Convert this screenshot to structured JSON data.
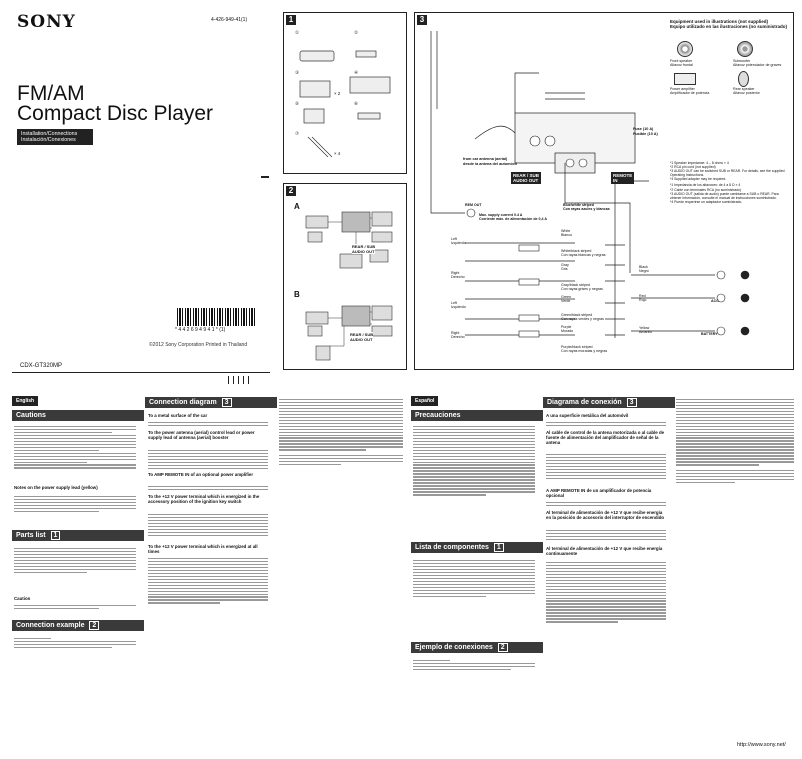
{
  "brand": "SONY",
  "part_number": "4-426-949-41(1)",
  "title_line1": "FM/AM",
  "title_line2": "Compact Disc Player",
  "installation_label": "Installation/Connections",
  "installation_label_es": "Instalación/Conexiones",
  "barcode_number": "* 4 4 2 6 9 4 9 4 1 *  (1)",
  "copyright": "©2012 Sony Corporation   Printed in Thailand",
  "model": "CDX-GT320MP",
  "website": "http://www.sony.net/",
  "panels": {
    "p1": "1",
    "p2": "2",
    "p3": "3"
  },
  "panel2_labels": {
    "a": "A",
    "b": "B",
    "rear_sub": "REAR / SUB\nAUDIO OUT"
  },
  "panel1_counts": {
    "x2": "× 2",
    "x4": "× 4"
  },
  "panel1_markers": [
    "①",
    "②",
    "③",
    "④",
    "⑤",
    "⑥",
    "⑦"
  ],
  "equipment": {
    "title": "Equipment used in illustrations (not supplied)",
    "title_es": "Equipo utilizado en las ilustraciones (no suministrado)",
    "front_speaker": "Front speaker\nAltavoz frontal",
    "subwoofer": "Subwoofer\nAltavoz potenciador de graves",
    "power_amp": "Power amplifier\nAmplificador de potencia",
    "rear_speaker": "Rear speaker\nAltavoz posterior"
  },
  "panel3_labels": {
    "fuse": "Fuse (10 A)\nFusible (10 A)",
    "antenna": "from car antenna (aerial)\ndesde la antena del automóvil",
    "rear_sub": "REAR / SUB\nAUDIO OUT",
    "remote": "REMOTE\nIN",
    "rem_out": "REM OUT",
    "max_supply": "Max. supply current 0.4 A\nCorriente máx. de alimentación de 0,4 A",
    "blue_white": "Blue/white striped\nCon rayas azules y blancas",
    "left": "Left\nIzquierdo",
    "right": "Right\nDerecho",
    "white": "White\nBlanco",
    "white_black": "White/black striped\nCon rayas blancas y negras",
    "gray": "Gray\nGris",
    "gray_black": "Gray/black striped\nCon rayas grises y negras",
    "green": "Green\nVerde",
    "green_black": "Green/black striped\nCon rayas verdes y negras",
    "purple": "Purple\nMorado",
    "purple_black": "Purple/black striped\nCon rayas moradas y negras",
    "black": "Black\nNegro",
    "red": "Red\nRojo",
    "yellow": "Yellow\nAmarillo",
    "acc": "ACC",
    "battery": "BATTERY",
    "notes": [
      "*1 Speaker impedance: 4 – 8 ohms × 4",
      "*2 RCA pin cord (not supplied)",
      "*3 AUDIO OUT can be switched SUB or REAR. For details, see the supplied Operating Instructions.",
      "*4 Supplied adapter may be required.",
      "*1 Impedancia de los altavoces: de 4 a 8 Ω × 4",
      "*2 Cable con terminales RCA (no suministrado)",
      "*3 AUDIO OUT (salida de audio) puede cambiarse a SUB o REAR. Para obtener información, consulte el manual de instrucciones suministrado.",
      "*4 Puede requerirse un adaptador suministrado."
    ]
  },
  "english": {
    "tag": "English",
    "cautions": "Cautions",
    "parts_list": "Parts list",
    "parts_list_num": "1",
    "connection_example": "Connection example",
    "connection_example_num": "2",
    "connection_diagram": "Connection diagram",
    "connection_diagram_num": "3",
    "caution_title": "Caution",
    "power_supply_note_title": "Notes on the power supply lead (yellow)",
    "items": {
      "i1": "To a metal surface of the car",
      "i2": "To the power antenna (aerial) control lead or power supply lead of antenna (aerial) booster",
      "i3": "To AMP REMOTE IN of an optional power amplifier",
      "i4": "To the +12 V power terminal which is energized in the accessory position of the ignition key switch",
      "i5": "To the +12 V power terminal which is energized at all times"
    }
  },
  "spanish": {
    "tag": "Español",
    "precauciones": "Precauciones",
    "lista": "Lista de componentes",
    "lista_num": "1",
    "ejemplo": "Ejemplo de conexiones",
    "ejemplo_num": "2",
    "diagrama": "Diagrama de conexión",
    "diagrama_num": "3",
    "items": {
      "i1": "A una superficie metálica del automóvil",
      "i2": "Al cable de control de la antena motorizada o al cable de fuente de alimentación del amplificador de señal de la antena",
      "i3": "A AMP REMOTE IN de un amplificador de potencia opcional",
      "i4": "Al terminal de alimentación de +12 V que recibe energía en la posición de accesorio del interruptor de encendido",
      "i5": "Al terminal de alimentación de +12 V que recibe energía continuamente"
    }
  }
}
